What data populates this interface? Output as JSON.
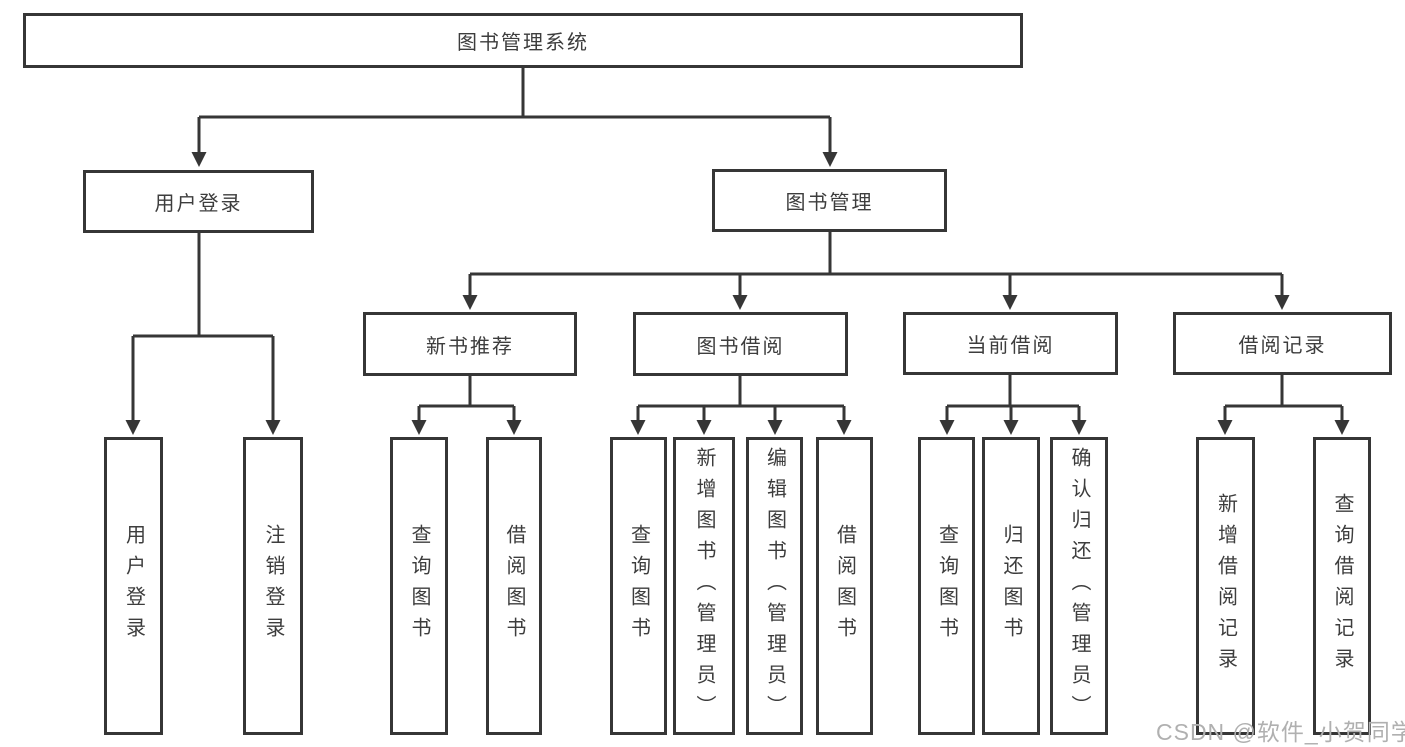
{
  "nodes": {
    "root": "图书管理系统",
    "user_login": "用户登录",
    "book_mgmt": "图书管理",
    "new_books": "新书推荐",
    "book_borrow": "图书借阅",
    "current_borrow": "当前借阅",
    "borrow_records": "借阅记录",
    "ul_login": "用户登录",
    "ul_logout": "注销登录",
    "nb_query": "查询图书",
    "nb_borrow": "借阅图书",
    "bb_query": "查询图书",
    "bb_add": "新增图书（管理员）",
    "bb_edit": "编辑图书（管理员）",
    "bb_borrow": "借阅图书",
    "cb_query": "查询图书",
    "cb_return": "归还图书",
    "cb_confirm": "确认归还（管理员）",
    "br_add": "新增借阅记录",
    "br_query": "查询借阅记录"
  },
  "watermark": "CSDN @软件_小贺同学",
  "colors": {
    "line": "#363636",
    "text": "#3d3d3d",
    "watermark": "#b0b0b0",
    "background": "#ffffff"
  }
}
